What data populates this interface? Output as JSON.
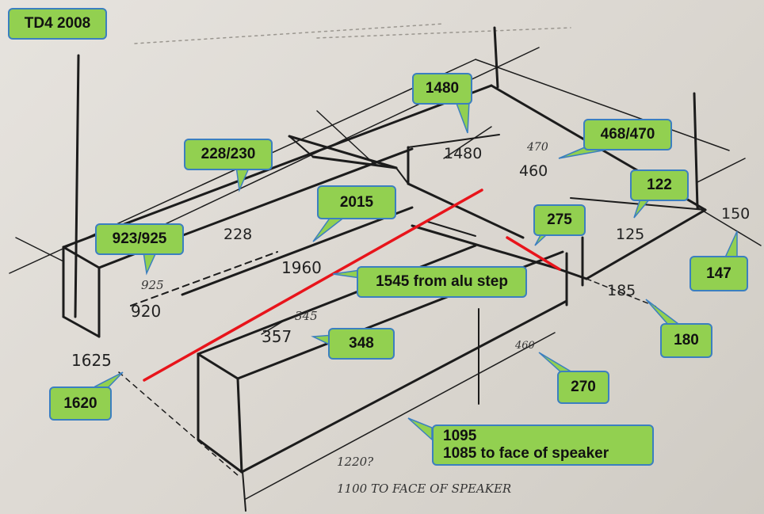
{
  "callouts": {
    "title": "TD4 2008",
    "c1480": "1480",
    "c468": "468/470",
    "c228": "228/230",
    "c2015": "2015",
    "c122": "122",
    "c275": "275",
    "c923": "923/925",
    "c1545": "1545 from alu step",
    "c147": "147",
    "c348": "348",
    "c180": "180",
    "c270": "270",
    "c1620": "1620",
    "c1095_line1": "1095",
    "c1095_line2": "1085 to face of speaker"
  },
  "sketch_labels": {
    "d1480": "1480",
    "d470": "470",
    "d460": "460",
    "d228": "228",
    "d1960": "1960",
    "d925": "925",
    "d920": "920",
    "d345": "345",
    "d357": "357",
    "d1625": "1625",
    "d125": "125",
    "d150": "150",
    "d185": "185",
    "d460b": "460",
    "d1220": "1220?",
    "d1100": "1100  TO FACE OF SPEAKER"
  },
  "colors": {
    "callout_fill": "#92d050",
    "callout_border": "#3b7fc0",
    "markup_line": "#e8141b",
    "sketch_ink": "#222222"
  }
}
